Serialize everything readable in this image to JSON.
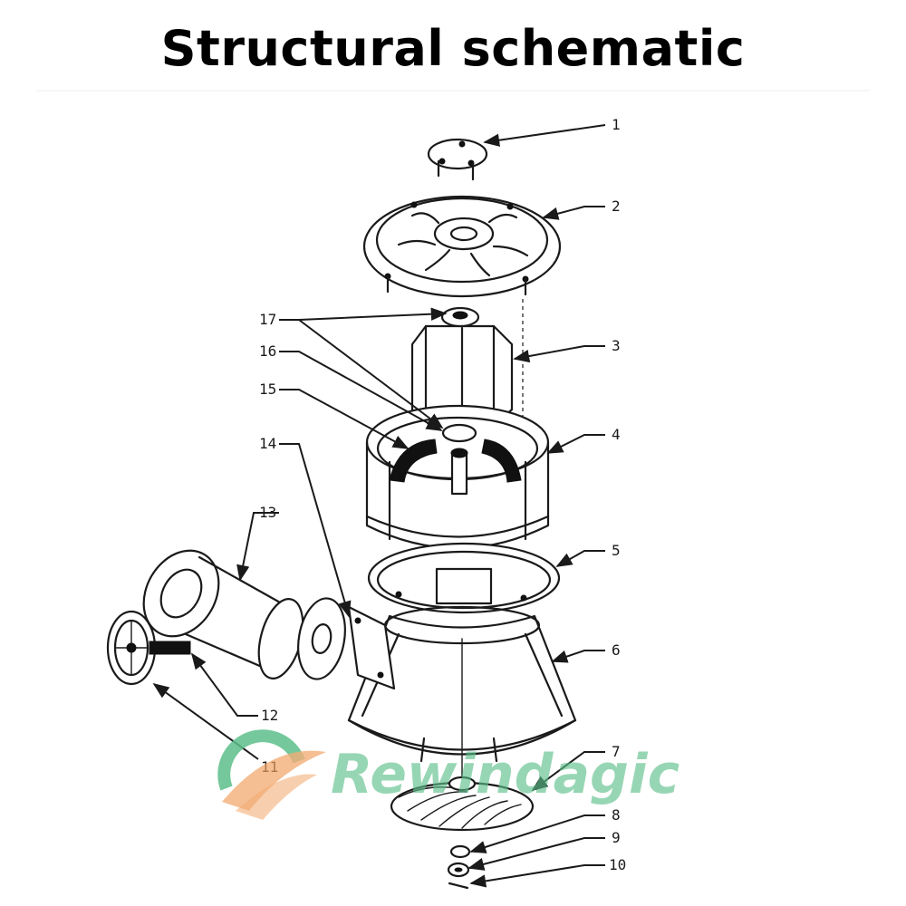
{
  "title": "Structural schematic",
  "watermark": "Rewindagic",
  "callouts": [
    "1",
    "2",
    "3",
    "4",
    "5",
    "6",
    "7",
    "8",
    "9",
    "10",
    "11",
    "12",
    "13",
    "14",
    "15",
    "16",
    "17"
  ],
  "colors": {
    "ink": "#1a1a1a",
    "watermark_green": "#5cbf8a",
    "watermark_orange": "#f0a060"
  }
}
